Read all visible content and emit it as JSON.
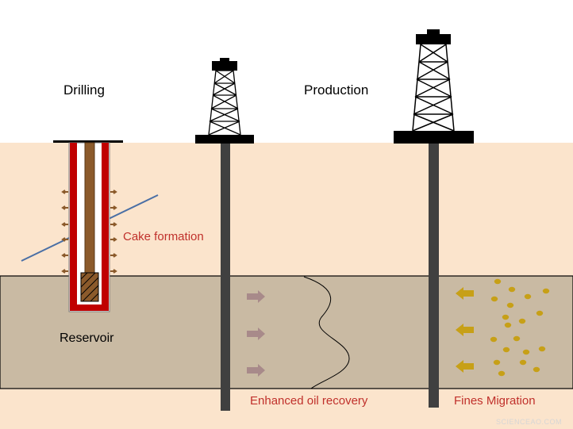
{
  "labels": {
    "drilling": "Drilling",
    "production": "Production",
    "cake_formation": "Cake formation",
    "reservoir": "Reservoir",
    "enhanced_oil_recovery": "Enhanced oil recovery",
    "fines_migration": "Fines Migration"
  },
  "watermark": "SCIENCEAO.COM",
  "colors": {
    "sky": "#ffffff",
    "ground": "#fbe4cc",
    "reservoir": "#c9baa3",
    "casing_red": "#c00000",
    "drill_pipe": "#8b5a2b",
    "well_pipe": "#404040",
    "label_red": "#c0302b",
    "eor_arrow": "#a88a8a",
    "fines": "#c7a017",
    "fracture_line": "#4a6fa5"
  }
}
